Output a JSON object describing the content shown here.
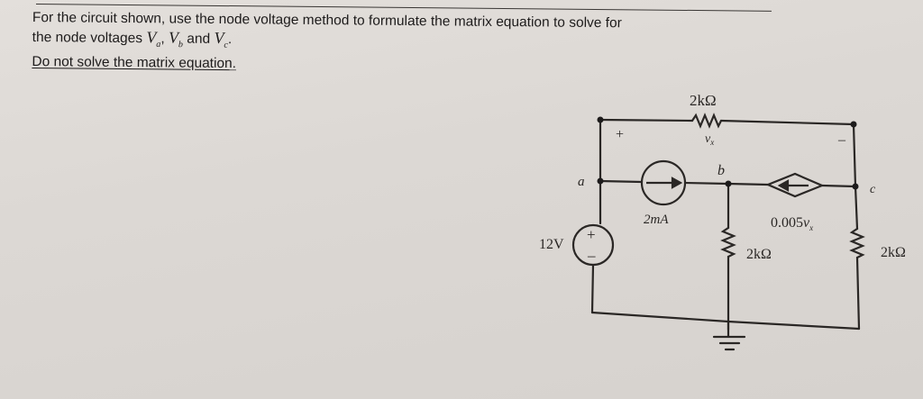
{
  "problem": {
    "line1": "For the circuit shown, use the node voltage method to formulate the matrix equation to solve for",
    "line2_prefix": "the node voltages",
    "var_a": "V",
    "var_a_sub": "a",
    "sep1": ",",
    "var_b": "V",
    "var_b_sub": "b",
    "and": "and",
    "var_c": "V",
    "var_c_sub": "c",
    "end": ".",
    "instruction": "Do not solve the matrix equation."
  },
  "circuit": {
    "nodes": {
      "a": "a",
      "b": "b",
      "c": "c"
    },
    "top_resistor": {
      "value": "2kΩ",
      "voltage_label": "v",
      "voltage_sub": "x",
      "plus": "+",
      "minus": "–"
    },
    "current_source": {
      "value": "2mA",
      "direction": "a-to-b"
    },
    "voltage_source": {
      "value": "12V",
      "plus": "+",
      "minus": "–"
    },
    "dependent_source": {
      "value": "0.005v",
      "value_sub": "x",
      "direction": "c-to-b"
    },
    "resistor_b": {
      "value": "2kΩ"
    },
    "resistor_c": {
      "value": "2kΩ"
    },
    "ground": "ground"
  },
  "colors": {
    "paper": "#dedad6",
    "ink": "#1d1b1b"
  }
}
